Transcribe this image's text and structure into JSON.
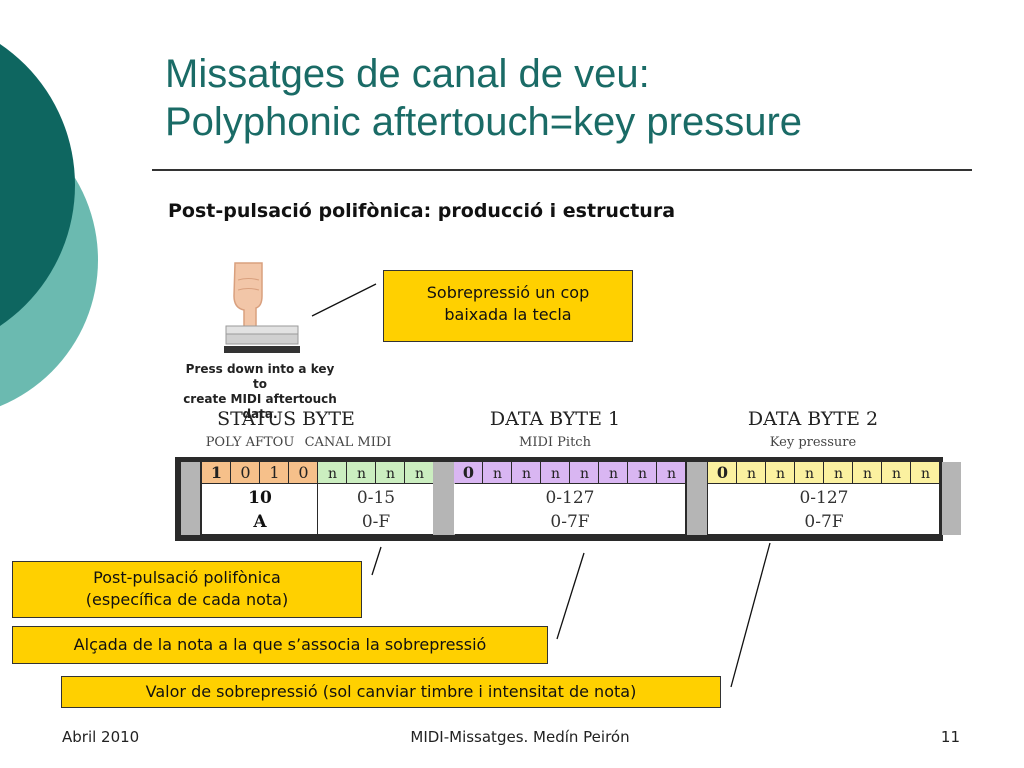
{
  "slide": {
    "title_line1": "Missatges de canal de veu:",
    "title_line2": "Polyphonic aftertouch=key pressure",
    "subtitle": "Post-pulsació polifònica: producció i estructura"
  },
  "illustration": {
    "caption_line1": "Press down into a key to",
    "caption_line2": "create MIDI aftertouch data."
  },
  "callouts": {
    "top": {
      "line1": "Sobrepressió un cop",
      "line2": "baixada la tecla"
    },
    "status": {
      "line1": "Post-pulsació polifònica",
      "line2": "(específica de cada nota)"
    },
    "pitch": "Alçada de la nota a la que s’associa la sobrepressió",
    "pressure": "Valor de sobrepressió (sol canviar timbre i intensitat de nota)"
  },
  "table": {
    "status_header": "STATUS BYTE",
    "status_sub1": "POLY AFTOU",
    "status_sub2": "CANAL MIDI",
    "data1_header": "DATA BYTE 1",
    "data1_sub": "MIDI Pitch",
    "data2_header": "DATA BYTE 2",
    "data2_sub": "Key pressure",
    "status_bits": [
      "1",
      "0",
      "1",
      "0",
      "n",
      "n",
      "n",
      "n"
    ],
    "data1_bits": [
      "0",
      "n",
      "n",
      "n",
      "n",
      "n",
      "n",
      "n"
    ],
    "data2_bits": [
      "0",
      "n",
      "n",
      "n",
      "n",
      "n",
      "n",
      "n"
    ],
    "status_dec": "10",
    "status_hex": "A",
    "channel_dec": "0-15",
    "channel_hex": "0-F",
    "data1_dec": "0-127",
    "data1_hex": "0-7F",
    "data2_dec": "0-127",
    "data2_hex": "0-7F"
  },
  "footer": {
    "date": "Abril 2010",
    "center": "MIDI-Missatges. Medín Peirón",
    "page": "11"
  },
  "colors": {
    "title": "#1a6b66",
    "accent_dark": "#0e6660",
    "accent_light": "#6bbab0",
    "callout_fill": "#ffd000",
    "status_type_bits": "#f6c08a",
    "status_channel_bits": "#cbeec0",
    "data1_bits": "#d9b6f2",
    "data2_bits": "#fbf1a0"
  }
}
